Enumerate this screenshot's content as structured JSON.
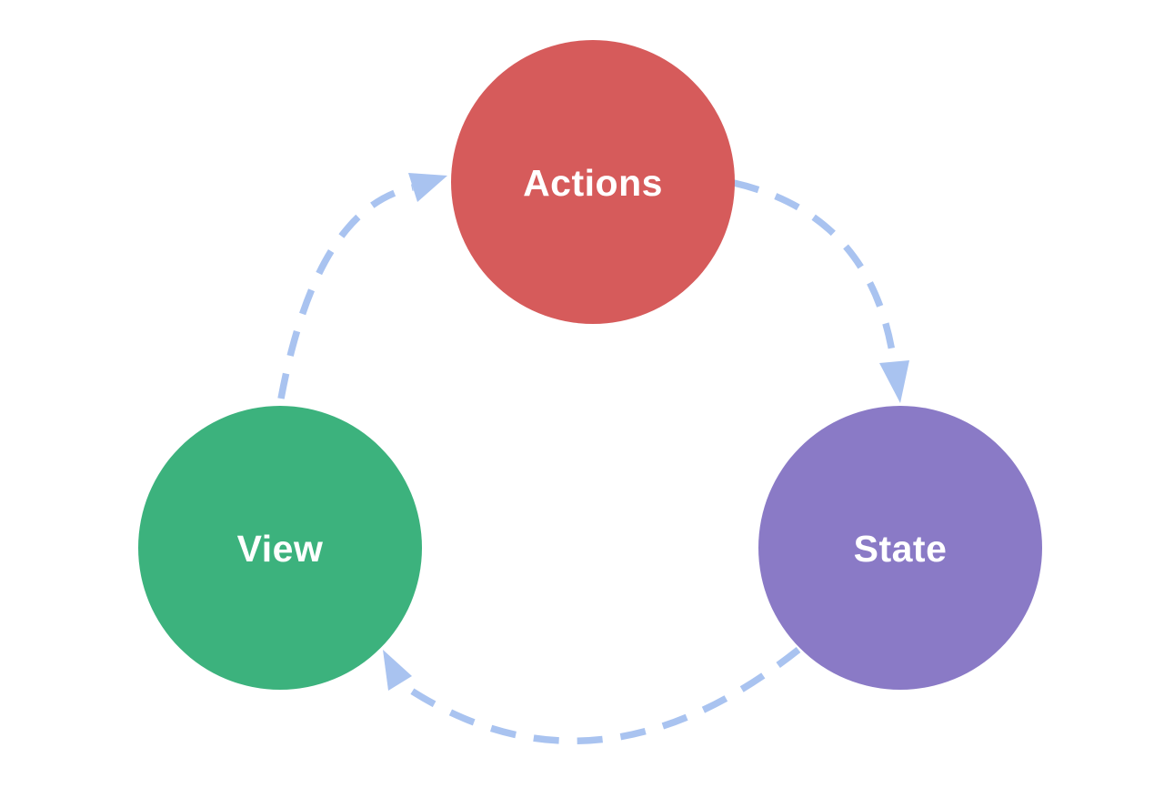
{
  "diagram": {
    "type": "cycle-diagram",
    "description": "One-way data flow cycle: Actions to State to View to Actions",
    "background_color": "#FFFFFF",
    "text_color": "#FFFFFF",
    "arrow_color": "#A9C3F0",
    "arrow_style": "dashed",
    "nodes": [
      {
        "id": "actions",
        "label": "Actions",
        "color": "#D65B5B"
      },
      {
        "id": "state",
        "label": "State",
        "color": "#8A7AC6"
      },
      {
        "id": "view",
        "label": "View",
        "color": "#3CB27D"
      }
    ],
    "edges": [
      {
        "from": "actions",
        "to": "state"
      },
      {
        "from": "state",
        "to": "view"
      },
      {
        "from": "view",
        "to": "actions"
      }
    ]
  }
}
